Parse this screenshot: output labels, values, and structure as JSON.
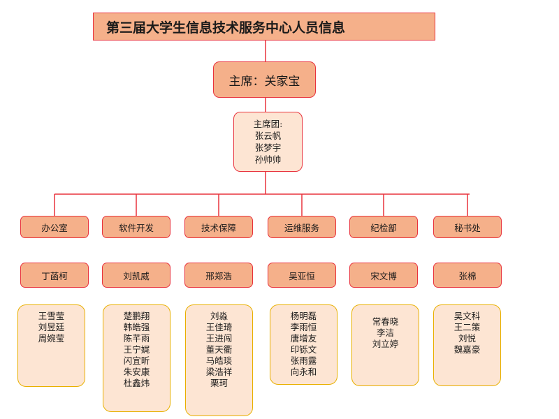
{
  "title": "第三届大学生信息技术服务中心人员信息",
  "chairman": "主席：关家宝",
  "presidium": {
    "label": "主席团:",
    "members": [
      "张云帆",
      "张梦宇",
      "孙帅帅"
    ]
  },
  "departments": [
    {
      "name": "办公室",
      "head": "丁菡柯",
      "members": [
        "王雪莹",
        "刘昱廷",
        "周婉莹"
      ]
    },
    {
      "name": "软件开发",
      "head": "刘凯威",
      "members": [
        "楚鹏翔",
        "韩皓强",
        "陈芊雨",
        "王宁娓",
        "闪宜昕",
        "朱安康",
        "杜鑫炜"
      ]
    },
    {
      "name": "技术保障",
      "head": "邢郑浩",
      "members": [
        "刘淼",
        "王佳琦",
        "王进闯",
        "董天衢",
        "马皓琰",
        "梁浩祥",
        "栗珂"
      ]
    },
    {
      "name": "运维服务",
      "head": "吴亚恒",
      "members": [
        "杨明磊",
        "李雨恒",
        "唐增友",
        "印铄文",
        "张雨露",
        "向永和"
      ]
    },
    {
      "name": "纪检部",
      "head": "宋文博",
      "members": [
        "常春晓",
        "李洁",
        "刘立婷"
      ]
    },
    {
      "name": "秘书处",
      "head": "张棉",
      "members": [
        "吴文科",
        "王二策",
        "刘悦",
        "魏嘉豪"
      ]
    }
  ],
  "colors": {
    "box_fill": "#f5b08a",
    "light_fill": "#fde5d3",
    "line": "#e8323c",
    "member_border": "#e8b000"
  }
}
